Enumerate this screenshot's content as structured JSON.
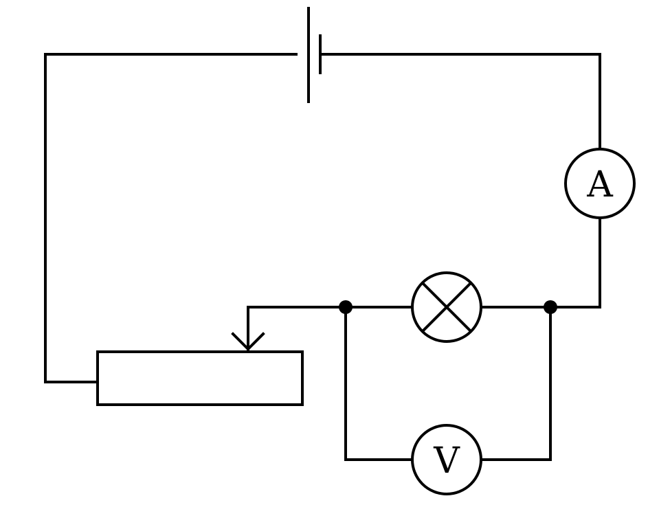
{
  "diagram": {
    "type": "circuit",
    "stroke_color": "#000000",
    "background": "#ffffff",
    "components": [
      {
        "name": "battery",
        "symbol": "battery-icon"
      },
      {
        "name": "ammeter",
        "symbol": "ammeter-icon",
        "label": "A"
      },
      {
        "name": "lamp",
        "symbol": "lamp-icon"
      },
      {
        "name": "voltmeter",
        "symbol": "voltmeter-icon",
        "label": "V"
      },
      {
        "name": "rheostat",
        "symbol": "rheostat-icon"
      }
    ],
    "junctions": 2
  }
}
